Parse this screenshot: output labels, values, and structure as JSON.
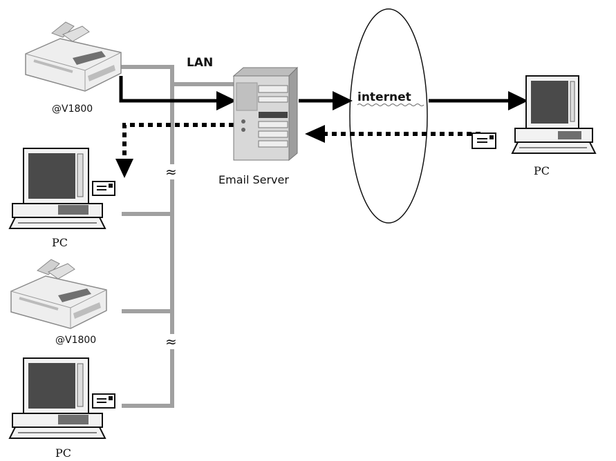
{
  "labels": {
    "lan": "LAN",
    "internet": "internet",
    "email_server": "Email Server",
    "scanner_top": "@V1800",
    "scanner_bottom": "@V1800",
    "pc_left_1": "PC",
    "pc_left_2": "PC",
    "pc_remote": "PC",
    "approx_1": "≈",
    "approx_2": "≈"
  },
  "colors": {
    "lan_line": "#a0a0a0",
    "arrow": "#000000",
    "device_body": "#f2f2f2",
    "screen": "#4a4a4a",
    "server_body": "#d8d8d8"
  },
  "icons": [
    "scanner-icon",
    "pc-icon",
    "server-icon",
    "envelope-icon"
  ]
}
